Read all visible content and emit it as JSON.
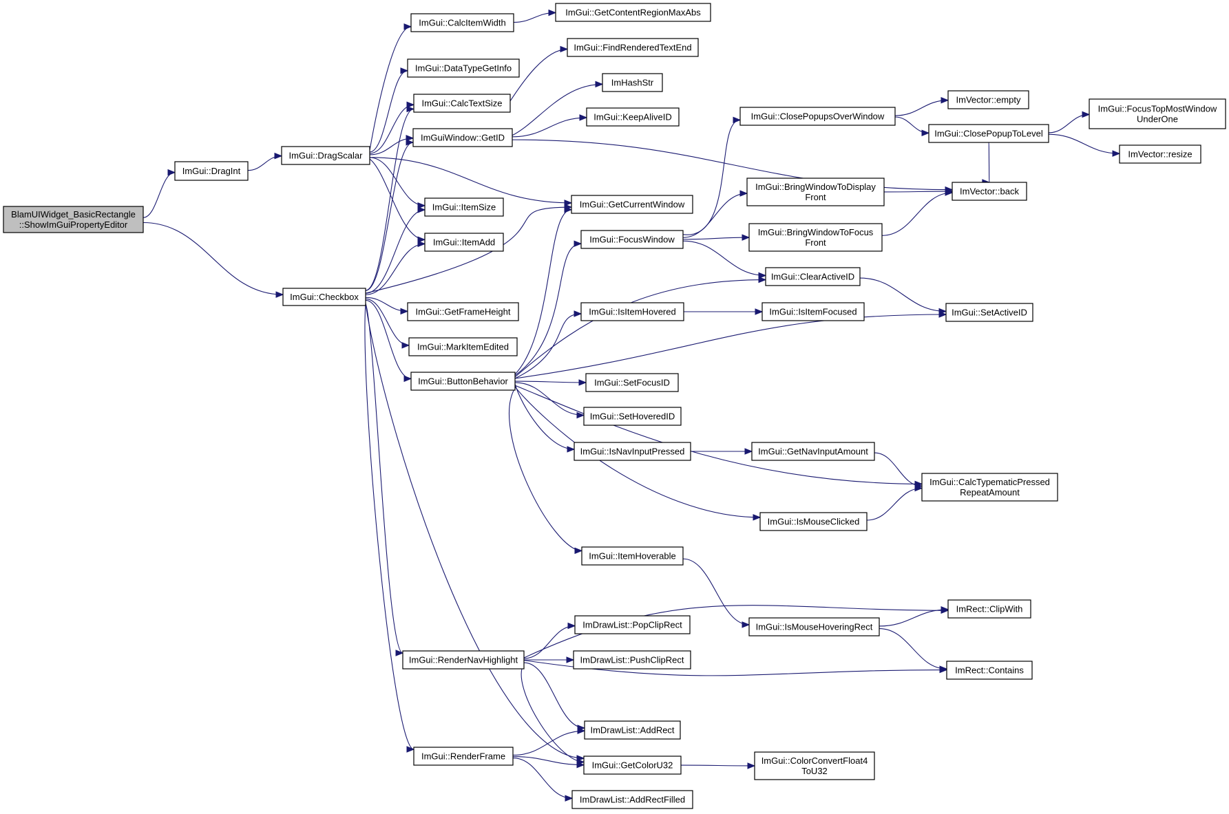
{
  "colors": {
    "edge": "#191970",
    "node_fill": "#ffffff",
    "root_fill": "#bfbfbf",
    "node_border": "#000000"
  },
  "nodes": [
    {
      "id": "root",
      "lines": [
        "BlamUIWidget_BasicRectangle",
        "::ShowImGuiPropertyEditor"
      ],
      "root": true
    },
    {
      "id": "dragint",
      "lines": [
        "ImGui::DragInt"
      ]
    },
    {
      "id": "checkbox",
      "lines": [
        "ImGui::Checkbox"
      ]
    },
    {
      "id": "dragscalar",
      "lines": [
        "ImGui::DragScalar"
      ]
    },
    {
      "id": "calcitemwidth",
      "lines": [
        "ImGui::CalcItemWidth"
      ]
    },
    {
      "id": "datatypegetinfo",
      "lines": [
        "ImGui::DataTypeGetInfo"
      ]
    },
    {
      "id": "calctextsize",
      "lines": [
        "ImGui::CalcTextSize"
      ]
    },
    {
      "id": "getid",
      "lines": [
        "ImGuiWindow::GetID"
      ]
    },
    {
      "id": "itemsize",
      "lines": [
        "ImGui::ItemSize"
      ]
    },
    {
      "id": "itemadd",
      "lines": [
        "ImGui::ItemAdd"
      ]
    },
    {
      "id": "getframeheight",
      "lines": [
        "ImGui::GetFrameHeight"
      ]
    },
    {
      "id": "markitemedited",
      "lines": [
        "ImGui::MarkItemEdited"
      ]
    },
    {
      "id": "buttonbehavior",
      "lines": [
        "ImGui::ButtonBehavior"
      ]
    },
    {
      "id": "rendernavhighlight",
      "lines": [
        "ImGui::RenderNavHighlight"
      ]
    },
    {
      "id": "renderframe",
      "lines": [
        "ImGui::RenderFrame"
      ]
    },
    {
      "id": "getcontentregionmaxabs",
      "lines": [
        "ImGui::GetContentRegionMaxAbs"
      ]
    },
    {
      "id": "findrenderedtextend",
      "lines": [
        "ImGui::FindRenderedTextEnd"
      ]
    },
    {
      "id": "imhashstr",
      "lines": [
        "ImHashStr"
      ]
    },
    {
      "id": "keepaliveid",
      "lines": [
        "ImGui::KeepAliveID"
      ]
    },
    {
      "id": "getcurrentwindow",
      "lines": [
        "ImGui::GetCurrentWindow"
      ]
    },
    {
      "id": "focuswindow",
      "lines": [
        "ImGui::FocusWindow"
      ]
    },
    {
      "id": "isitemhovered",
      "lines": [
        "ImGui::IsItemHovered"
      ]
    },
    {
      "id": "setfocusid",
      "lines": [
        "ImGui::SetFocusID"
      ]
    },
    {
      "id": "sethoveredid",
      "lines": [
        "ImGui::SetHoveredID"
      ]
    },
    {
      "id": "isnavinputpressed",
      "lines": [
        "ImGui::IsNavInputPressed"
      ]
    },
    {
      "id": "itemhoverable",
      "lines": [
        "ImGui::ItemHoverable"
      ]
    },
    {
      "id": "popcliprect",
      "lines": [
        "ImDrawList::PopClipRect"
      ]
    },
    {
      "id": "pushcliprect",
      "lines": [
        "ImDrawList::PushClipRect"
      ]
    },
    {
      "id": "addrect",
      "lines": [
        "ImDrawList::AddRect"
      ]
    },
    {
      "id": "getcoloru32",
      "lines": [
        "ImGui::GetColorU32"
      ]
    },
    {
      "id": "addrectfilled",
      "lines": [
        "ImDrawList::AddRectFilled"
      ]
    },
    {
      "id": "closepopupsoverwindow",
      "lines": [
        "ImGui::ClosePopupsOverWindow"
      ]
    },
    {
      "id": "bringwindowtodisplayfront",
      "lines": [
        "ImGui::BringWindowToDisplay",
        "Front"
      ]
    },
    {
      "id": "bringwindowtofocusfront",
      "lines": [
        "ImGui::BringWindowToFocus",
        "Front"
      ]
    },
    {
      "id": "clearactiveid",
      "lines": [
        "ImGui::ClearActiveID"
      ]
    },
    {
      "id": "isitemfocused",
      "lines": [
        "ImGui::IsItemFocused"
      ]
    },
    {
      "id": "getnavinputamount",
      "lines": [
        "ImGui::GetNavInputAmount"
      ]
    },
    {
      "id": "ismouseclicked",
      "lines": [
        "ImGui::IsMouseClicked"
      ]
    },
    {
      "id": "ismousehoveringrect",
      "lines": [
        "ImGui::IsMouseHoveringRect"
      ]
    },
    {
      "id": "colorconvertfloat4tou32",
      "lines": [
        "ImGui::ColorConvertFloat4",
        "ToU32"
      ]
    },
    {
      "id": "imvectorempty",
      "lines": [
        "ImVector::empty"
      ]
    },
    {
      "id": "closepopuptolevel",
      "lines": [
        "ImGui::ClosePopupToLevel"
      ]
    },
    {
      "id": "imvectorback",
      "lines": [
        "ImVector::back"
      ]
    },
    {
      "id": "setactiveid",
      "lines": [
        "ImGui::SetActiveID"
      ]
    },
    {
      "id": "calctypematicpressedrepeatamount",
      "lines": [
        "ImGui::CalcTypematicPressed",
        "RepeatAmount"
      ]
    },
    {
      "id": "imrectclipwith",
      "lines": [
        "ImRect::ClipWith"
      ]
    },
    {
      "id": "imrectcontains",
      "lines": [
        "ImRect::Contains"
      ]
    },
    {
      "id": "focustopmostwindowunderone",
      "lines": [
        "ImGui::FocusTopMostWindow",
        "UnderOne"
      ]
    },
    {
      "id": "imvectorresize",
      "lines": [
        "ImVector::resize"
      ]
    }
  ],
  "edges": [
    [
      "root",
      "dragint"
    ],
    [
      "root",
      "checkbox"
    ],
    [
      "dragint",
      "dragscalar"
    ],
    [
      "dragscalar",
      "calcitemwidth"
    ],
    [
      "dragscalar",
      "datatypegetinfo"
    ],
    [
      "dragscalar",
      "calctextsize"
    ],
    [
      "dragscalar",
      "getid"
    ],
    [
      "dragscalar",
      "getcurrentwindow"
    ],
    [
      "dragscalar",
      "itemsize"
    ],
    [
      "dragscalar",
      "itemadd"
    ],
    [
      "checkbox",
      "calctextsize"
    ],
    [
      "checkbox",
      "getid"
    ],
    [
      "checkbox",
      "itemsize"
    ],
    [
      "checkbox",
      "itemadd"
    ],
    [
      "checkbox",
      "getcurrentwindow"
    ],
    [
      "checkbox",
      "getframeheight"
    ],
    [
      "checkbox",
      "markitemedited"
    ],
    [
      "checkbox",
      "buttonbehavior"
    ],
    [
      "checkbox",
      "rendernavhighlight"
    ],
    [
      "checkbox",
      "renderframe"
    ],
    [
      "checkbox",
      "getcoloru32"
    ],
    [
      "calcitemwidth",
      "getcontentregionmaxabs"
    ],
    [
      "calctextsize",
      "findrenderedtextend"
    ],
    [
      "getid",
      "imhashstr"
    ],
    [
      "getid",
      "keepaliveid"
    ],
    [
      "getid",
      "imvectorback"
    ],
    [
      "buttonbehavior",
      "getcurrentwindow"
    ],
    [
      "buttonbehavior",
      "focuswindow"
    ],
    [
      "buttonbehavior",
      "clearactiveid"
    ],
    [
      "buttonbehavior",
      "isitemhovered"
    ],
    [
      "buttonbehavior",
      "setactiveid"
    ],
    [
      "buttonbehavior",
      "setfocusid"
    ],
    [
      "buttonbehavior",
      "sethoveredid"
    ],
    [
      "buttonbehavior",
      "isnavinputpressed"
    ],
    [
      "buttonbehavior",
      "calctypematicpressedrepeatamount"
    ],
    [
      "buttonbehavior",
      "ismouseclicked"
    ],
    [
      "buttonbehavior",
      "itemhoverable"
    ],
    [
      "focuswindow",
      "closepopupsoverwindow"
    ],
    [
      "focuswindow",
      "bringwindowtodisplayfront"
    ],
    [
      "focuswindow",
      "bringwindowtofocusfront"
    ],
    [
      "focuswindow",
      "clearactiveid"
    ],
    [
      "closepopupsoverwindow",
      "imvectorempty"
    ],
    [
      "closepopupsoverwindow",
      "closepopuptolevel"
    ],
    [
      "closepopuptolevel",
      "focustopmostwindowunderone"
    ],
    [
      "closepopuptolevel",
      "imvectorresize"
    ],
    [
      "closepopuptolevel",
      "imvectorback"
    ],
    [
      "bringwindowtodisplayfront",
      "imvectorback"
    ],
    [
      "bringwindowtofocusfront",
      "imvectorback"
    ],
    [
      "clearactiveid",
      "setactiveid"
    ],
    [
      "isitemhovered",
      "isitemfocused"
    ],
    [
      "isnavinputpressed",
      "getnavinputamount"
    ],
    [
      "getnavinputamount",
      "calctypematicpressedrepeatamount"
    ],
    [
      "ismouseclicked",
      "calctypematicpressedrepeatamount"
    ],
    [
      "itemhoverable",
      "ismousehoveringrect"
    ],
    [
      "ismousehoveringrect",
      "imrectclipwith"
    ],
    [
      "ismousehoveringrect",
      "imrectcontains"
    ],
    [
      "rendernavhighlight",
      "imrectclipwith"
    ],
    [
      "rendernavhighlight",
      "popcliprect"
    ],
    [
      "rendernavhighlight",
      "pushcliprect"
    ],
    [
      "rendernavhighlight",
      "imrectcontains"
    ],
    [
      "rendernavhighlight",
      "addrect"
    ],
    [
      "rendernavhighlight",
      "getcoloru32"
    ],
    [
      "renderframe",
      "addrect"
    ],
    [
      "renderframe",
      "getcoloru32"
    ],
    [
      "renderframe",
      "addrectfilled"
    ],
    [
      "getcoloru32",
      "colorconvertfloat4tou32"
    ]
  ]
}
